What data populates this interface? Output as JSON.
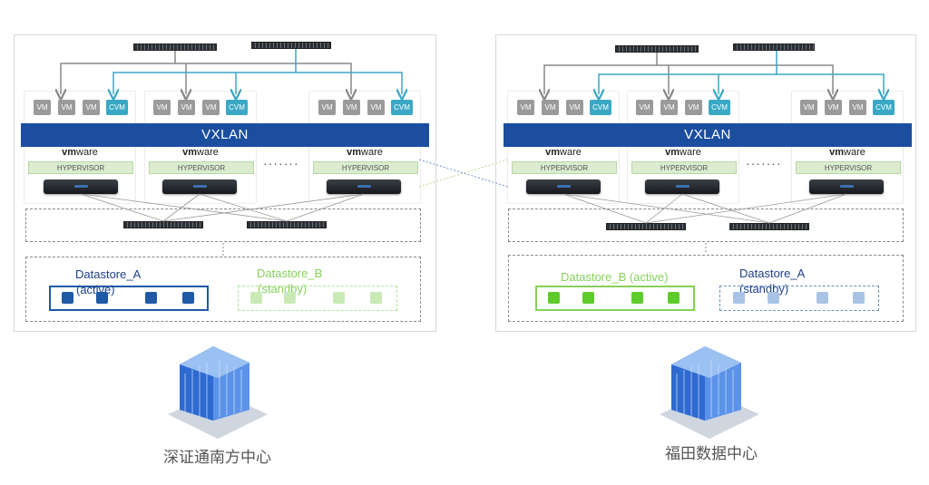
{
  "labels": {
    "vm": "VM",
    "cvm": "CVM",
    "vxlan": "VXLAN",
    "vmware_bold": "vm",
    "vmware_rest": "ware",
    "hypervisor": "HYPERVISOR",
    "ellipsis": "·······"
  },
  "left_dc": {
    "caption": "深证通南方中心",
    "ds_a_name": "Datastore_A",
    "ds_a_state": "(active)",
    "ds_b_name": "Datastore_B",
    "ds_b_state": "(standby)"
  },
  "right_dc": {
    "caption": "福田数据中心",
    "ds_b_name": "Datastore_B (active)",
    "ds_a_name": "Datastore_A",
    "ds_a_state": "(standby)"
  },
  "colors": {
    "vxlan": "#1c4ea0",
    "cvm": "#3aa8c5",
    "vm": "#9a9a9a",
    "active_blue": "#1f5aa6",
    "standby_blue": "#a9c3e6",
    "active_green": "#5ecb2c",
    "standby_green": "#c9eab5",
    "green_text": "#86d159",
    "blue_text": "#1d3f8a"
  }
}
